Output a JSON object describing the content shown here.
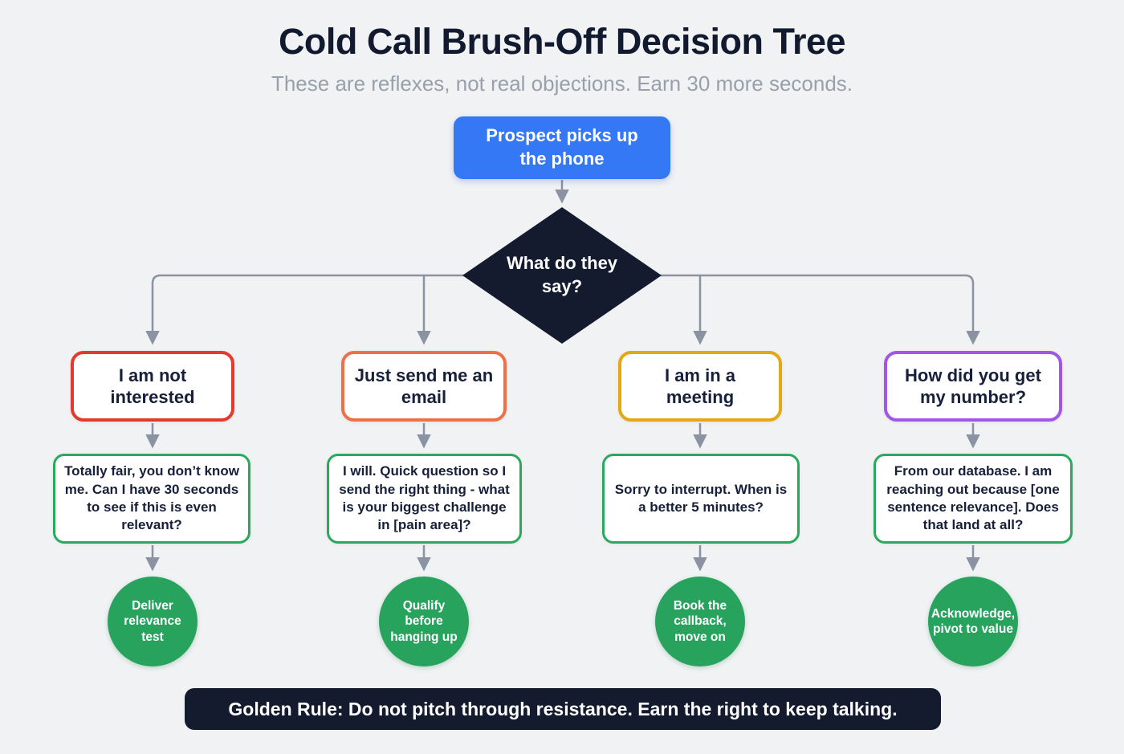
{
  "page": {
    "title": "Cold Call Brush-Off Decision Tree",
    "subtitle": "These are reflexes, not real objections. Earn 30 more seconds."
  },
  "flow": {
    "start": "Prospect picks up the phone",
    "decision": "What do they say?",
    "branches": [
      {
        "objection": "I am not interested",
        "color": "#e23b2e",
        "response": "Totally fair, you don’t know me. Can I have 30 seconds to see if this is even relevant?",
        "action": "Deliver relevance test"
      },
      {
        "objection": "Just send me an email",
        "color": "#ed7049",
        "response": "I will. Quick question so I send the right thing - what is your biggest challenge in [pain area]?",
        "action": "Qualify before hanging up"
      },
      {
        "objection": "I am in a meeting",
        "color": "#e3a812",
        "response": "Sorry to interrupt. When is a better 5 minutes?",
        "action": "Book the callback, move on"
      },
      {
        "objection": "How did you get my number?",
        "color": "#a156e8",
        "response": "From our database. I am reaching out because [one sentence relevance]. Does that land at all?",
        "action": "Acknowledge, pivot to value"
      }
    ],
    "golden_rule": "Golden Rule: Do not pitch through resistance. Earn the right to keep talking."
  },
  "colors": {
    "background": "#f1f2f4",
    "navy": "#141b2e",
    "blue": "#3478f6",
    "green_fill": "#27a35e",
    "green_border": "#29a95c",
    "line_gray": "#8b93a3"
  }
}
